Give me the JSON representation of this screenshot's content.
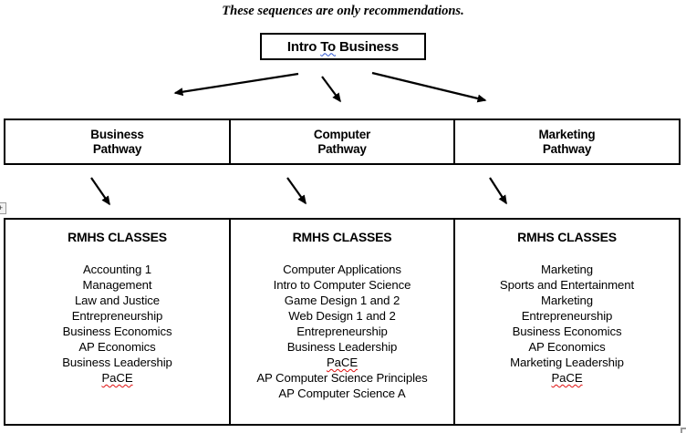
{
  "page": {
    "note": "These sequences are only recommendations."
  },
  "intro_box": {
    "pre": "Intro ",
    "flagged_word": "To",
    "post": " Business"
  },
  "pathway_row": {
    "cells": [
      {
        "line1": "Business",
        "line2": "Pathway"
      },
      {
        "line1": "Computer",
        "line2": "Pathway"
      },
      {
        "line1": "Marketing",
        "line2": "Pathway"
      }
    ]
  },
  "classes_table": {
    "misspelled_word": "PaCE",
    "boxes": [
      {
        "heading": "RMHS CLASSES",
        "lines": [
          "Accounting 1",
          "Management",
          "Law and Justice",
          "Entrepreneurship",
          "Business Economics",
          "AP Economics",
          "Business Leadership",
          "PaCE"
        ]
      },
      {
        "heading": "RMHS CLASSES",
        "lines": [
          "Computer Applications",
          "Intro to Computer Science",
          "Game Design 1 and 2",
          "Web Design 1 and 2",
          "Entrepreneurship",
          "Business Leadership",
          "PaCE",
          "AP Computer Science Principles",
          "AP Computer Science A"
        ]
      },
      {
        "heading": "RMHS CLASSES",
        "lines": [
          "Marketing",
          "Sports and Entertainment",
          "Marketing",
          "Entrepreneurship",
          "Business Economics",
          "AP Economics",
          "Marketing Leadership",
          "PaCE"
        ]
      }
    ]
  },
  "handles": {
    "move_handle_glyph": "+"
  },
  "colors": {
    "border_black": "#000000",
    "spellcheck_red": "#e01010",
    "grammar_blue": "#2d55d0",
    "handle_gray": "#9a9a9a"
  }
}
